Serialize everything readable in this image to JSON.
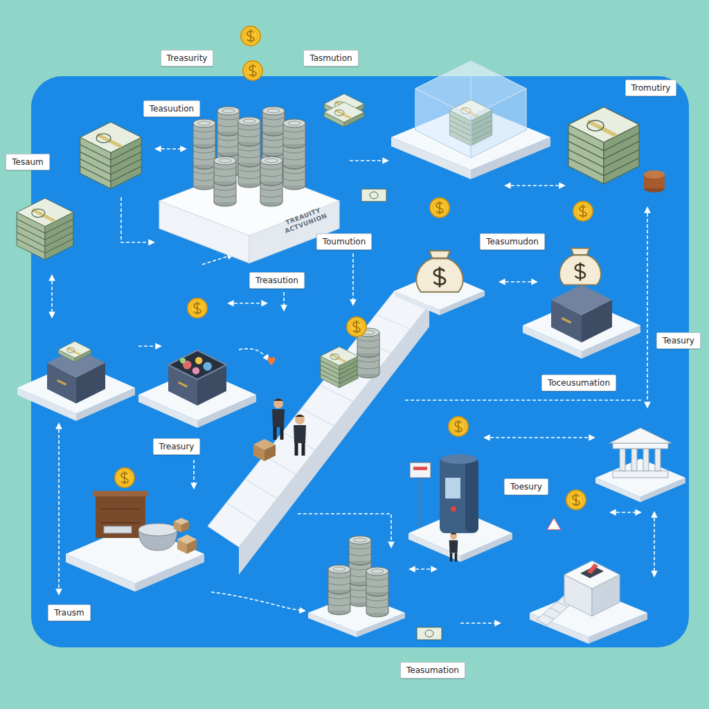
{
  "diagram": {
    "nodes": [
      {
        "text": [
          "Treasurity"
        ]
      },
      {
        "text": [
          "Tasmution"
        ]
      },
      {
        "text": [
          "Tromutiry"
        ]
      },
      {
        "text": [
          "Teasuution"
        ]
      },
      {
        "text": [
          "Tesaum"
        ]
      },
      {
        "text": [
          "Toumution"
        ]
      },
      {
        "text": [
          "Teasumudon"
        ]
      },
      {
        "text": [
          "Treasution"
        ]
      },
      {
        "text": [
          "Teasury"
        ]
      },
      {
        "text": [
          "Toceusumation"
        ]
      },
      {
        "text": [
          "Treasury"
        ]
      },
      {
        "text": [
          "Toesury"
        ]
      },
      {
        "text": [
          "Trausm"
        ]
      },
      {
        "text": [
          "Teasumation"
        ]
      }
    ],
    "labels": [
      "TREAUITY ACTVUNION"
    ]
  }
}
